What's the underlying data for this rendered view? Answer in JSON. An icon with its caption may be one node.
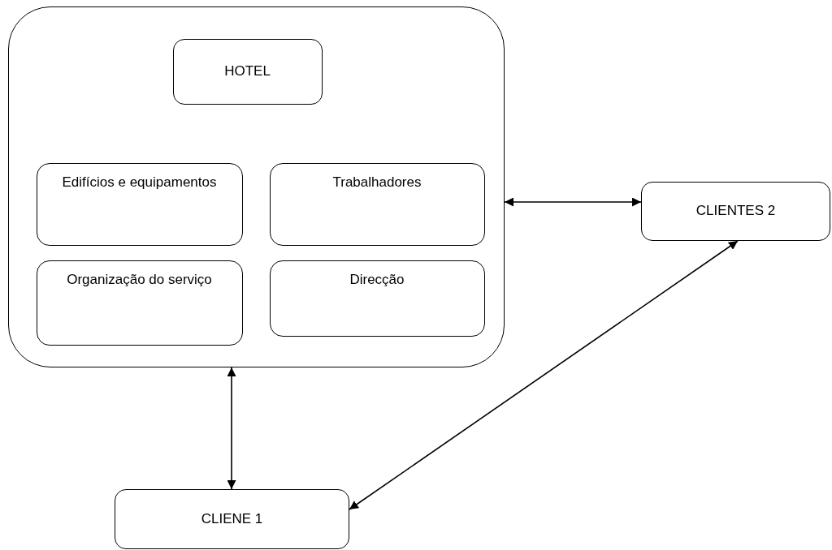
{
  "diagram": {
    "nodes": [
      {
        "text": [],
        "shape": "box"
      },
      {
        "text": [
          "HOTEL"
        ],
        "in": 0
      },
      {
        "text": [
          "Edifícios e equipamentos"
        ],
        "in": 0
      },
      {
        "text": [
          "Trabalhadores"
        ],
        "in": 0
      },
      {
        "text": [
          "Organização do serviço"
        ],
        "in": 0
      },
      {
        "text": [
          "Direcção"
        ],
        "in": 0
      },
      {
        "text": [
          "CLIENTES 2"
        ]
      },
      {
        "text": [
          "CLIENE 1"
        ]
      }
    ],
    "edges": [
      {
        "from": 0,
        "to": 6,
        "arrow": "both"
      },
      {
        "from": 0,
        "to": 7,
        "arrow": "both"
      },
      {
        "from": 6,
        "to": 7,
        "arrow": "both"
      }
    ]
  }
}
